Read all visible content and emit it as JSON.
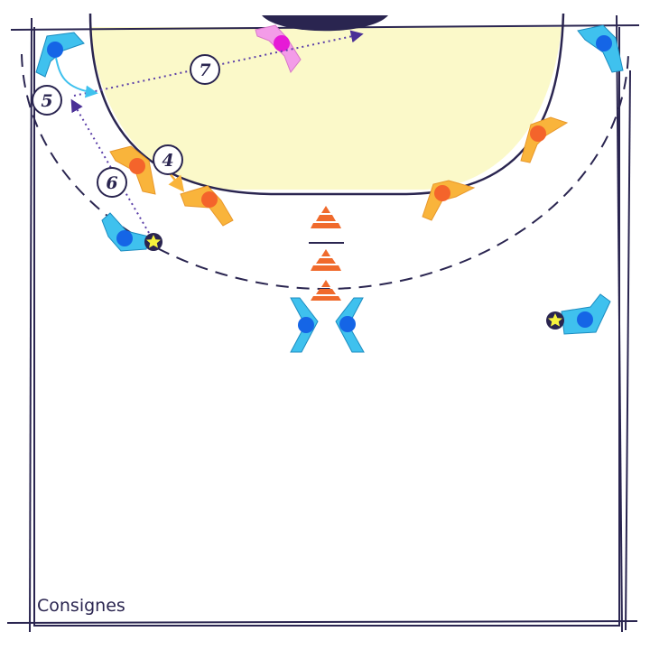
{
  "caption": "Consignes",
  "step_labels": {
    "four": "4",
    "five": "5",
    "six": "6",
    "seven": "7"
  },
  "colors": {
    "line": "#2a2550",
    "zone_fill": "#fbf9c9",
    "attacker_body": "#3fc1ee",
    "attacker_head": "#1565e6",
    "defender_body": "#f9b43b",
    "defender_head": "#f4642b",
    "keeper_body": "#f39ce8",
    "keeper_head": "#e61ad6",
    "cone": "#f06a2c",
    "ball": "#f6f23d",
    "pass_line": "#5b3fa8",
    "move_line": "#3fc1ee"
  },
  "icons": [
    "attacker-icon",
    "defender-icon",
    "goalkeeper-icon",
    "cone-icon",
    "ball-icon",
    "arrow-icon"
  ]
}
